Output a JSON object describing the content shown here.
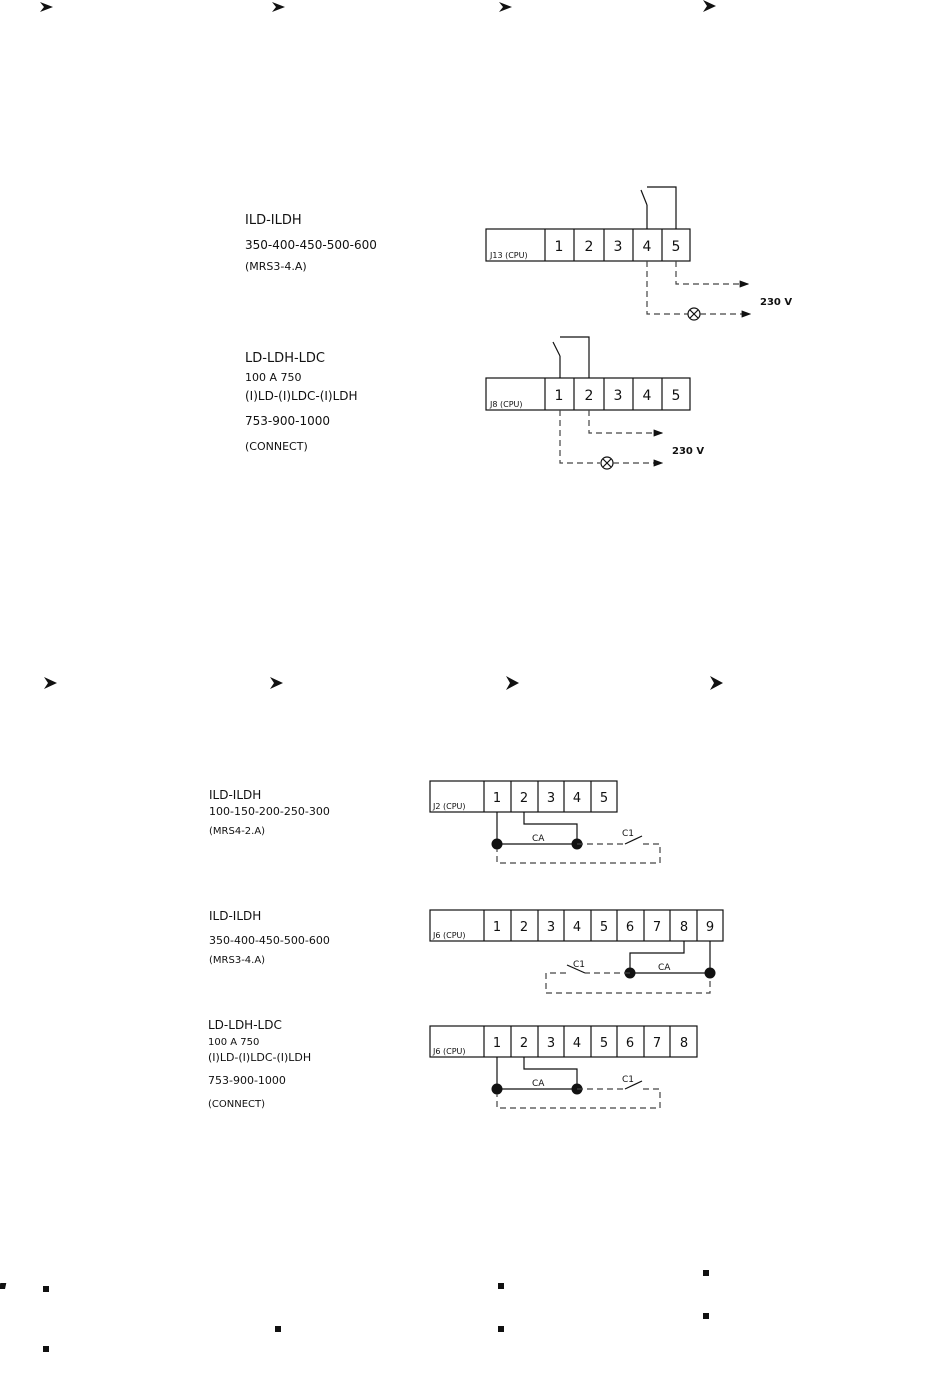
{
  "block_a": {
    "diagram_1": {
      "model": "ILD-ILDH",
      "sizes": "350-400-450-500-600",
      "ref": "(MRS3-4.A)",
      "connector": "J13 (CPU)",
      "terminals": [
        "1",
        "2",
        "3",
        "4",
        "5"
      ],
      "voltage": "230 V"
    },
    "diagram_2": {
      "model": "LD-LDH-LDC",
      "range": "100  A 750",
      "variants": "(I)LD-(I)LDC-(I)LDH",
      "sizes": "753-900-1000",
      "ref": "(CONNECT)",
      "connector": "J8 (CPU)",
      "terminals": [
        "1",
        "2",
        "3",
        "4",
        "5"
      ],
      "voltage": "230 V"
    }
  },
  "block_b": {
    "diagram_3": {
      "model": "ILD-ILDH",
      "sizes": "100-150-200-250-300",
      "ref": "(MRS4-2.A)",
      "connector": "J2 (CPU)",
      "terminals": [
        "1",
        "2",
        "3",
        "4",
        "5"
      ],
      "contact_a": "CA",
      "contact_c": "C1"
    },
    "diagram_4": {
      "model": "ILD-ILDH",
      "sizes": "350-400-450-500-600",
      "ref": "(MRS3-4.A)",
      "connector": "J6 (CPU)",
      "terminals": [
        "1",
        "2",
        "3",
        "4",
        "5",
        "6",
        "7",
        "8",
        "9"
      ],
      "contact_a": "CA",
      "contact_c": "C1"
    },
    "diagram_5": {
      "model": "LD-LDH-LDC",
      "range": "100  A 750",
      "variants": "(I)LD-(I)LDC-(I)LDH",
      "sizes": "753-900-1000",
      "ref": "(CONNECT)",
      "connector": "J6 (CPU)",
      "terminals": [
        "1",
        "2",
        "3",
        "4",
        "5",
        "6",
        "7",
        "8"
      ],
      "contact_a": "CA",
      "contact_c": "C1"
    }
  },
  "icons": {
    "arrow_bullet": "arrow-bullet-icon",
    "square_bullet": "square-bullet-icon"
  }
}
